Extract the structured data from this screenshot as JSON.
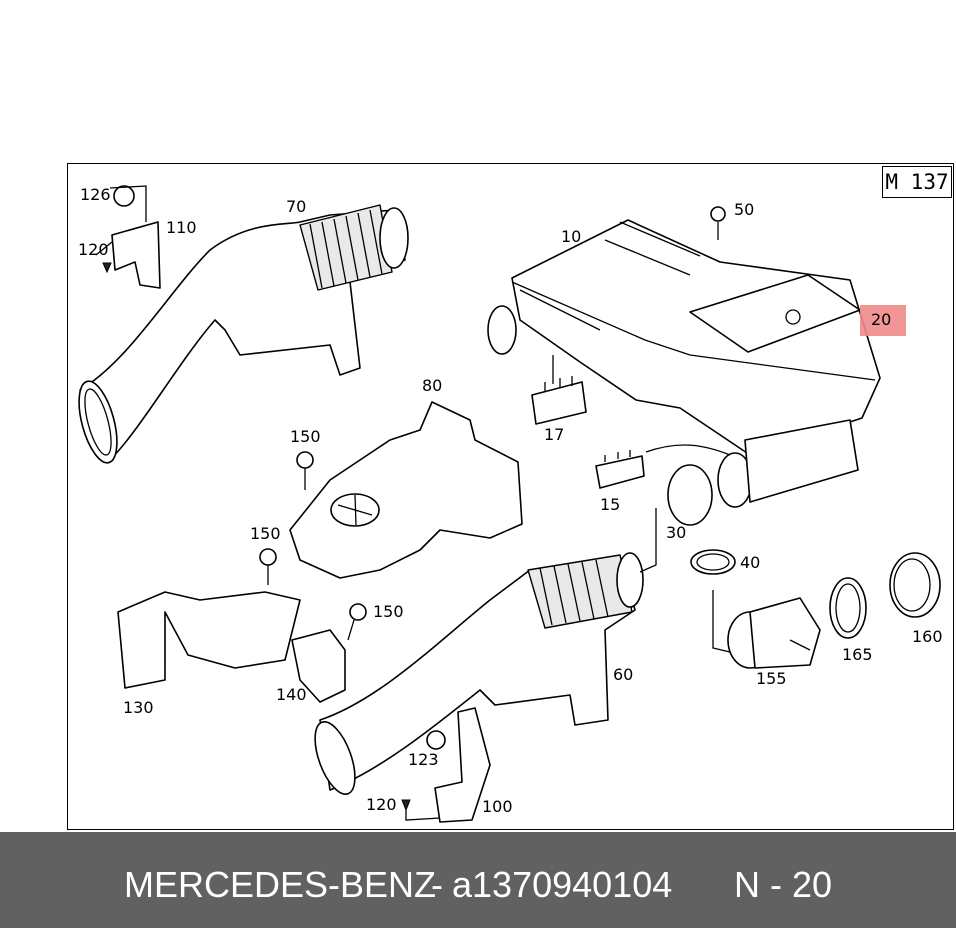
{
  "diagram": {
    "model_code": "M 137",
    "callouts": {
      "c126": "126",
      "c110": "110",
      "c120a": "120",
      "c70": "70",
      "c10": "10",
      "c50": "50",
      "c20": "20",
      "c80": "80",
      "c17": "17",
      "c150a": "150",
      "c15": "15",
      "c30": "30",
      "c40": "40",
      "c150b": "150",
      "c150c": "150",
      "c60": "60",
      "c130": "130",
      "c140": "140",
      "c123": "123",
      "c120b": "120",
      "c100": "100",
      "c155": "155",
      "c165": "165",
      "c160": "160"
    },
    "highlight_color": "#f08a8a"
  },
  "footer": {
    "brand": "MERCEDES-BENZ",
    "separator": "-",
    "part_number": "a1370940104",
    "position": "N - 20",
    "background": "#616161"
  }
}
